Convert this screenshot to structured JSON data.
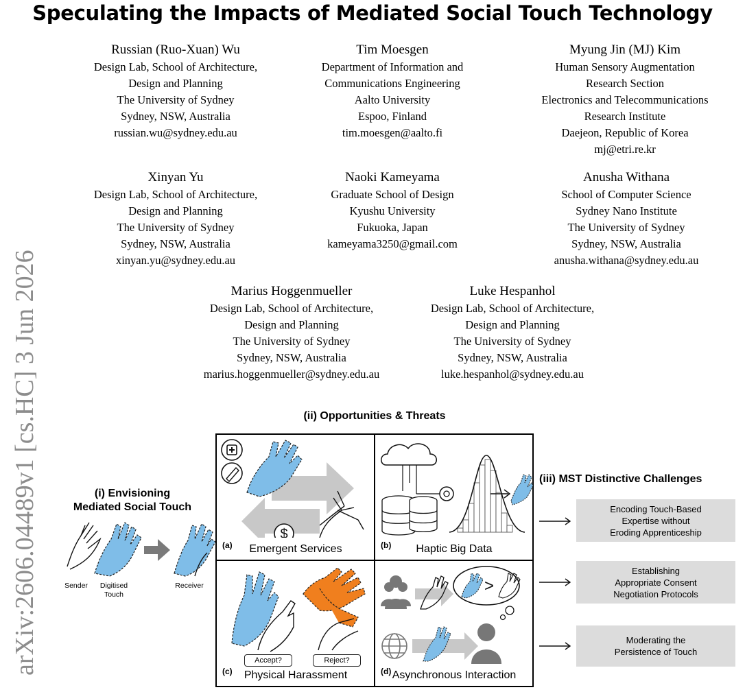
{
  "paper": {
    "title": "Speculating the Impacts of Mediated Social Touch Technology",
    "arxiv_stamp": "arXiv:2606.04489v1  [cs.HC]  3 Jun 2026",
    "authors": [
      {
        "name": "Russian (Ruo-Xuan) Wu",
        "lines": [
          "Design Lab, School of Architecture,",
          "Design and Planning",
          "The University of Sydney",
          "Sydney, NSW, Australia",
          "russian.wu@sydney.edu.au"
        ]
      },
      {
        "name": "Tim Moesgen",
        "lines": [
          "Department of Information and",
          "Communications Engineering",
          "Aalto University",
          "Espoo, Finland",
          "tim.moesgen@aalto.fi"
        ]
      },
      {
        "name": "Myung Jin (MJ) Kim",
        "lines": [
          "Human Sensory Augmentation",
          "Research Section",
          "Electronics and Telecommunications",
          "Research Institute",
          "Daejeon, Republic of Korea",
          "mj@etri.re.kr"
        ]
      },
      {
        "name": "Xinyan Yu",
        "lines": [
          "Design Lab, School of Architecture,",
          "Design and Planning",
          "The University of Sydney",
          "Sydney, NSW, Australia",
          "xinyan.yu@sydney.edu.au"
        ]
      },
      {
        "name": "Naoki Kameyama",
        "lines": [
          "Graduate School of Design",
          "Kyushu University",
          "Fukuoka, Japan",
          "kameyama3250@gmail.com"
        ]
      },
      {
        "name": "Anusha Withana",
        "lines": [
          "School of Computer Science",
          "Sydney Nano Institute",
          "The University of Sydney",
          "Sydney, NSW, Australia",
          "anusha.withana@sydney.edu.au"
        ]
      },
      {
        "name": "Marius Hoggenmueller",
        "lines": [
          "Design Lab, School of Architecture,",
          "Design and Planning",
          "The University of Sydney",
          "Sydney, NSW, Australia",
          "marius.hoggenmueller@sydney.edu.au"
        ]
      },
      {
        "name": "Luke Hespanhol",
        "lines": [
          "Design Lab, School of Architecture,",
          "Design and Planning",
          "The University of Sydney",
          "Sydney, NSW, Australia",
          "luke.hespanhol@sydney.edu.au"
        ]
      }
    ]
  },
  "figure": {
    "section_i": "(i) Envisioning\nMediated Social Touch",
    "section_ii": "(ii) Opportunities & Threats",
    "section_iii": "(iii) MST Distinctive Challenges",
    "envision_labels": {
      "sender": "Sender",
      "digitised": "Digitised\nTouch",
      "receiver": "Receiver"
    },
    "cells": [
      {
        "tag": "(a)",
        "caption": "Emergent Services"
      },
      {
        "tag": "(b)",
        "caption": "Haptic Big Data"
      },
      {
        "tag": "(c)",
        "caption": "Physical Harassment"
      },
      {
        "tag": "(d)",
        "caption": "Asynchronous Interaction"
      }
    ],
    "consent_buttons": {
      "accept": "Accept?",
      "reject": "Reject?"
    },
    "compare_symbol": ">",
    "dollar_symbol": "$",
    "challenges": [
      "Encoding Touch-Based\nExpertise without\nEroding Apprenticeship",
      "Establishing\nAppropriate Consent\nNegotiation Protocols",
      "Moderating the\nPersistence of Touch"
    ],
    "colors": {
      "digital_hand": "#7fbde8",
      "harassment_hand": "#f07f1e",
      "arrow_gray": "#c8c8c8",
      "challenge_bg": "#dcdcdc",
      "person_gray": "#777777"
    }
  }
}
